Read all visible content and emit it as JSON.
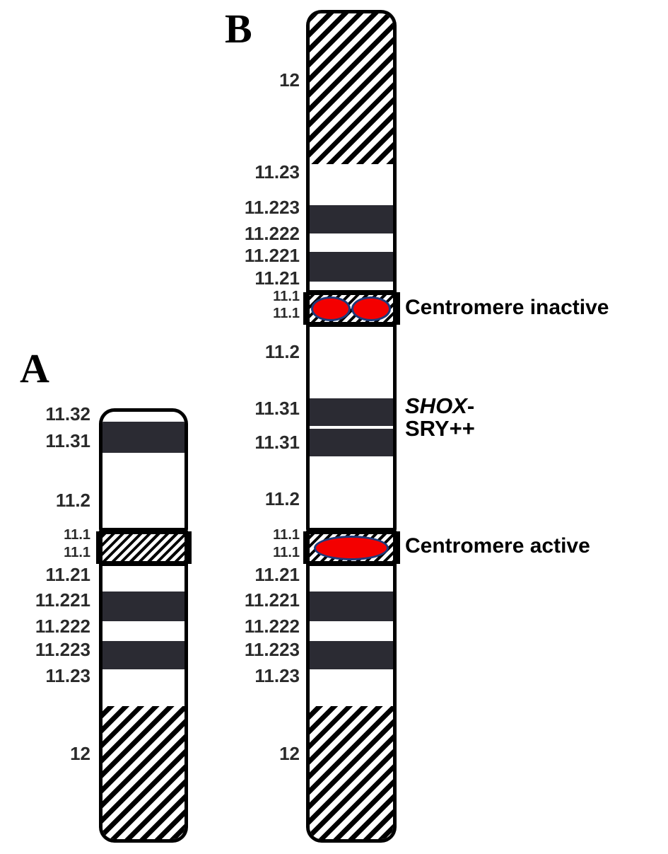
{
  "figure": {
    "type": "chromosome-ideogram",
    "description": "Two Y-chromosome ideograms: normal (A) and dicentric/isodicentric (B)"
  },
  "panels": [
    {
      "id": "A",
      "letter": "A",
      "labels_left": [
        {
          "text": "11.32",
          "size": "big"
        },
        {
          "text": "11.31",
          "size": "big"
        },
        {
          "text": "11.2",
          "size": "big"
        },
        {
          "text": "11.1",
          "size": "small"
        },
        {
          "text": "11.1",
          "size": "small"
        },
        {
          "text": "11.21",
          "size": "big"
        },
        {
          "text": "11.221",
          "size": "big"
        },
        {
          "text": "11.222",
          "size": "big"
        },
        {
          "text": "11.223",
          "size": "big"
        },
        {
          "text": "11.23",
          "size": "big"
        },
        {
          "text": "12",
          "size": "big"
        }
      ],
      "centromere": {
        "active": false,
        "oval_count": 0
      }
    },
    {
      "id": "B",
      "letter": "B",
      "labels_left": [
        {
          "text": "12",
          "size": "big"
        },
        {
          "text": "11.23",
          "size": "big"
        },
        {
          "text": "11.223",
          "size": "big"
        },
        {
          "text": "11.222",
          "size": "big"
        },
        {
          "text": "11.221",
          "size": "big"
        },
        {
          "text": "11.21",
          "size": "big"
        },
        {
          "text": "11.1",
          "size": "small"
        },
        {
          "text": "11.1",
          "size": "small"
        },
        {
          "text": "11.2",
          "size": "big"
        },
        {
          "text": "11.31",
          "size": "big"
        },
        {
          "text": "11.31",
          "size": "big"
        },
        {
          "text": "11.2",
          "size": "big"
        },
        {
          "text": "11.1",
          "size": "small"
        },
        {
          "text": "11.1",
          "size": "small"
        },
        {
          "text": "11.21",
          "size": "big"
        },
        {
          "text": "11.221",
          "size": "big"
        },
        {
          "text": "11.222",
          "size": "big"
        },
        {
          "text": "11.223",
          "size": "big"
        },
        {
          "text": "11.23",
          "size": "big"
        },
        {
          "text": "12",
          "size": "big"
        }
      ],
      "centromeres": [
        {
          "name": "inactive",
          "oval_count": 2,
          "annotation": "Centromere inactive"
        },
        {
          "name": "active",
          "oval_count": 1,
          "annotation": "Centromere active"
        }
      ],
      "gene_annotation": {
        "line1_italic": "SHOX",
        "line1_tail": "-",
        "line2": "SRY++"
      }
    }
  ],
  "colors": {
    "band_dark": "#2b2b33",
    "band_white": "#ffffff",
    "outline": "#000000",
    "centromere_oval_fill": "#f40000",
    "centromere_oval_stroke": "#1f3a7a",
    "label_text": "#2a2a2a"
  }
}
